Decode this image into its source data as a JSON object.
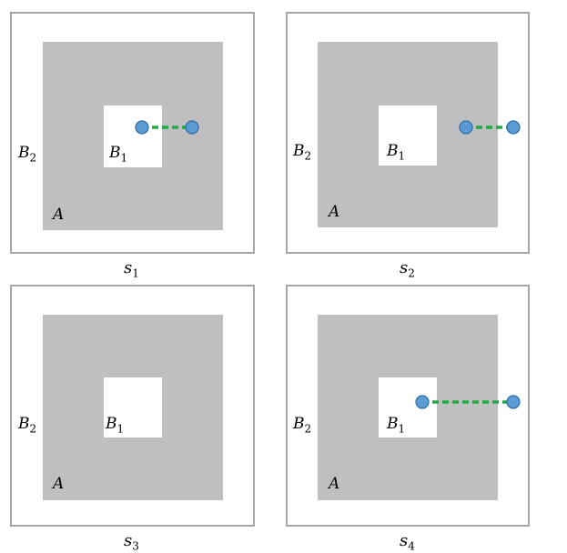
{
  "panels": [
    {
      "caption_base": "s",
      "caption_sub": "1",
      "labels": {
        "B2": {
          "base": "B",
          "sub": "2"
        },
        "B1": {
          "base": "B",
          "sub": "1"
        },
        "A": "A"
      },
      "has_connector": true
    },
    {
      "caption_base": "s",
      "caption_sub": "2",
      "labels": {
        "B2": {
          "base": "B",
          "sub": "2"
        },
        "B1": {
          "base": "B",
          "sub": "1"
        },
        "A": "A"
      },
      "has_connector": true
    },
    {
      "caption_base": "s",
      "caption_sub": "3",
      "labels": {
        "B2": {
          "base": "B",
          "sub": "2"
        },
        "B1": {
          "base": "B",
          "sub": "1"
        },
        "A": "A"
      },
      "has_connector": false
    },
    {
      "caption_base": "s",
      "caption_sub": "4",
      "labels": {
        "B2": {
          "base": "B",
          "sub": "2"
        },
        "B1": {
          "base": "B",
          "sub": "1"
        },
        "A": "A"
      },
      "has_connector": true
    }
  ],
  "colors": {
    "outer_border": "#a6a6a6",
    "region_A": "#bfbfbf",
    "region_B": "#ffffff",
    "connector": "#22aa44",
    "node_fill": "#5b9bd5",
    "node_stroke": "#2e6da4"
  }
}
